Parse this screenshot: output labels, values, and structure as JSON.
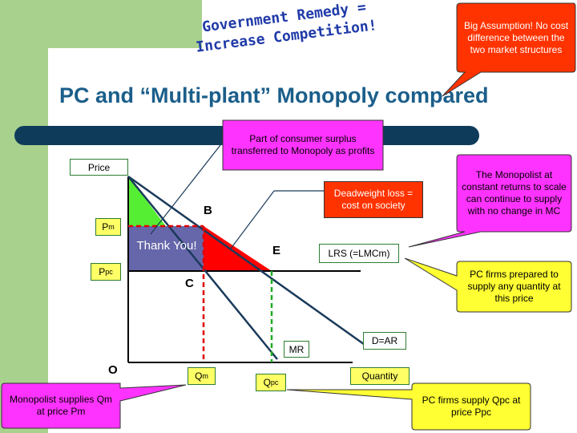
{
  "header": {
    "remedy_line1": "Government Remedy =",
    "remedy_line2": "Increase Competition!",
    "title": "PC and “Multi-plant” Monopoly compared"
  },
  "axes": {
    "price": "Price",
    "quantity": "Quantity",
    "origin": "O"
  },
  "labels": {
    "pm": "P",
    "pm_sub": "m",
    "ppc": "P",
    "ppc_sub": "pc",
    "qm": "Q",
    "qm_sub": "m",
    "qpc": "Q",
    "qpc_sub": "pc",
    "b": "B",
    "c": "C",
    "e": "E",
    "lrs": "LRS (=LMCm)",
    "demand": "D=AR",
    "mr": "MR",
    "thank_you": "Thank You!"
  },
  "callouts": {
    "big_assumption": "Big Assumption! No cost difference between the two market structures",
    "consumer_surplus": "Part of consumer surplus transferred to Monopoly as profits",
    "deadweight_loss": "Deadweight loss = cost on society",
    "constant_returns": "The Monopolist at constant returns to scale can continue to supply with no change in MC",
    "pc_supply_any": "PC firms prepared to supply any quantity at this price",
    "monopolist_supplies": "Monopolist supplies Qm at price Pm",
    "pc_supply": "PC firms supply Qpc at price Ppc"
  },
  "colors": {
    "red_callout": "#ff3300",
    "magenta_callout": "#ff33ff",
    "yellow_callout": "#ffff33",
    "green_area": "#55ee33",
    "red_area": "#ff0000",
    "profit_area": "#6666aa"
  }
}
